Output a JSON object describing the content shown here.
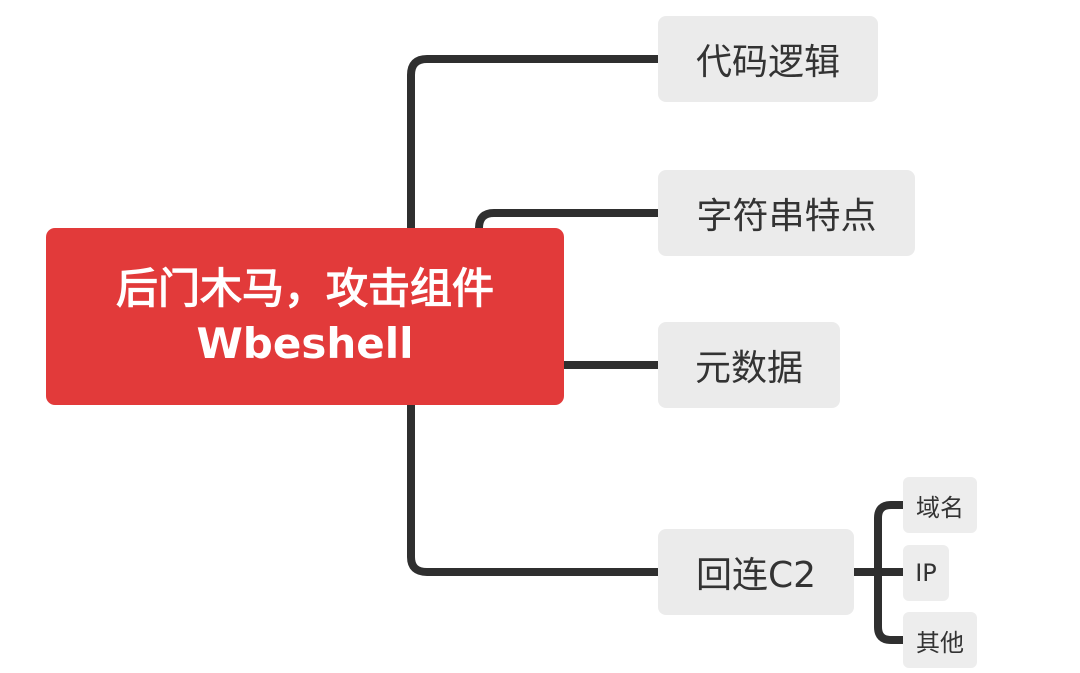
{
  "root": {
    "line1": "后门木马，攻击组件",
    "line2": "Wbeshell",
    "color": "#e23a3a"
  },
  "branches": [
    {
      "label": "代码逻辑"
    },
    {
      "label": "字符串特点"
    },
    {
      "label": "元数据"
    },
    {
      "label": "回连C2",
      "children": [
        {
          "label": "域名"
        },
        {
          "label": "IP"
        },
        {
          "label": "其他"
        }
      ]
    }
  ]
}
